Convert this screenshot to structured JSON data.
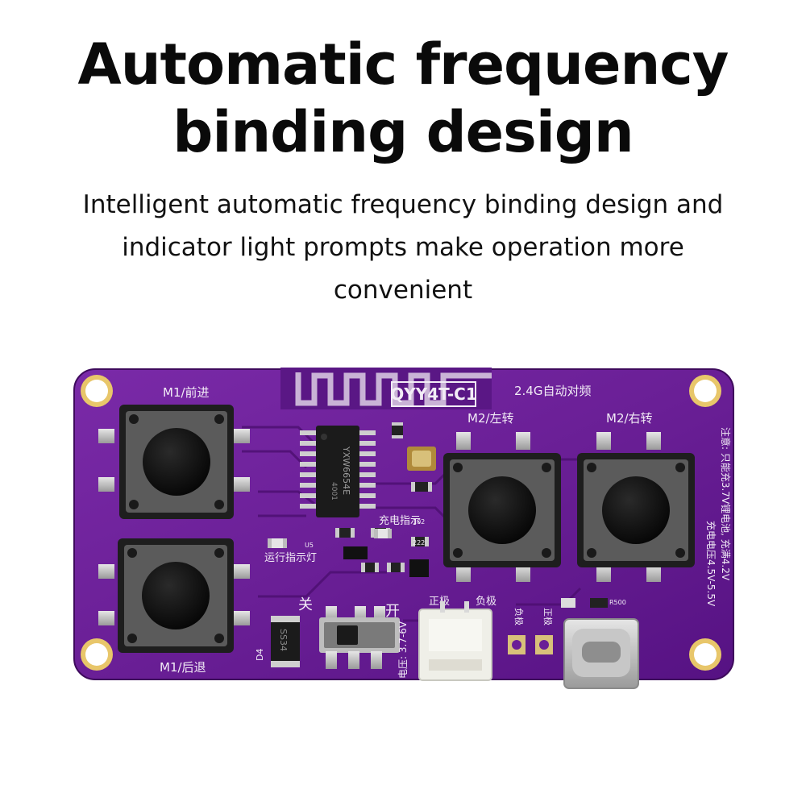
{
  "headline": {
    "line1": "Automatic frequency",
    "line2": "binding design"
  },
  "subtitle": {
    "line1": "Intelligent automatic frequency binding design and",
    "line2": "indicator light prompts make operation more",
    "line3": "convenient"
  },
  "board": {
    "model": "QYY4T-C1",
    "chip_label": "YXW6654E",
    "chip_code": "4001",
    "freq_label": "2.4G自动对频",
    "btn_m1_forward": "M1/前进",
    "btn_m1_back": "M1/后退",
    "btn_m2_left": "M2/左转",
    "btn_m2_right": "M2/右转",
    "charge_indicator": "充电指示",
    "run_indicator": "运行指示灯",
    "switch_off": "关",
    "switch_on": "开",
    "pos_pole": "正极",
    "neg_pole": "负极",
    "voltage_label": "电压: 3.7-6V",
    "neg_pad": "负极",
    "pos_pad": "正极",
    "charge_voltage": "充电电压4.5V-5.5V",
    "note": "注意: 只能充3.7V锂电池, 充满4.2V",
    "diode": "SS34",
    "diode_ref": "D4",
    "res_u5": "U5",
    "res_102": "102",
    "res_222": "222",
    "res_r500": "R500",
    "colors": {
      "pcb": "#6a1f96",
      "pcb_dark": "#4c0f70",
      "silk": "#f2ecf6",
      "pad": "#d4d4d4"
    }
  }
}
